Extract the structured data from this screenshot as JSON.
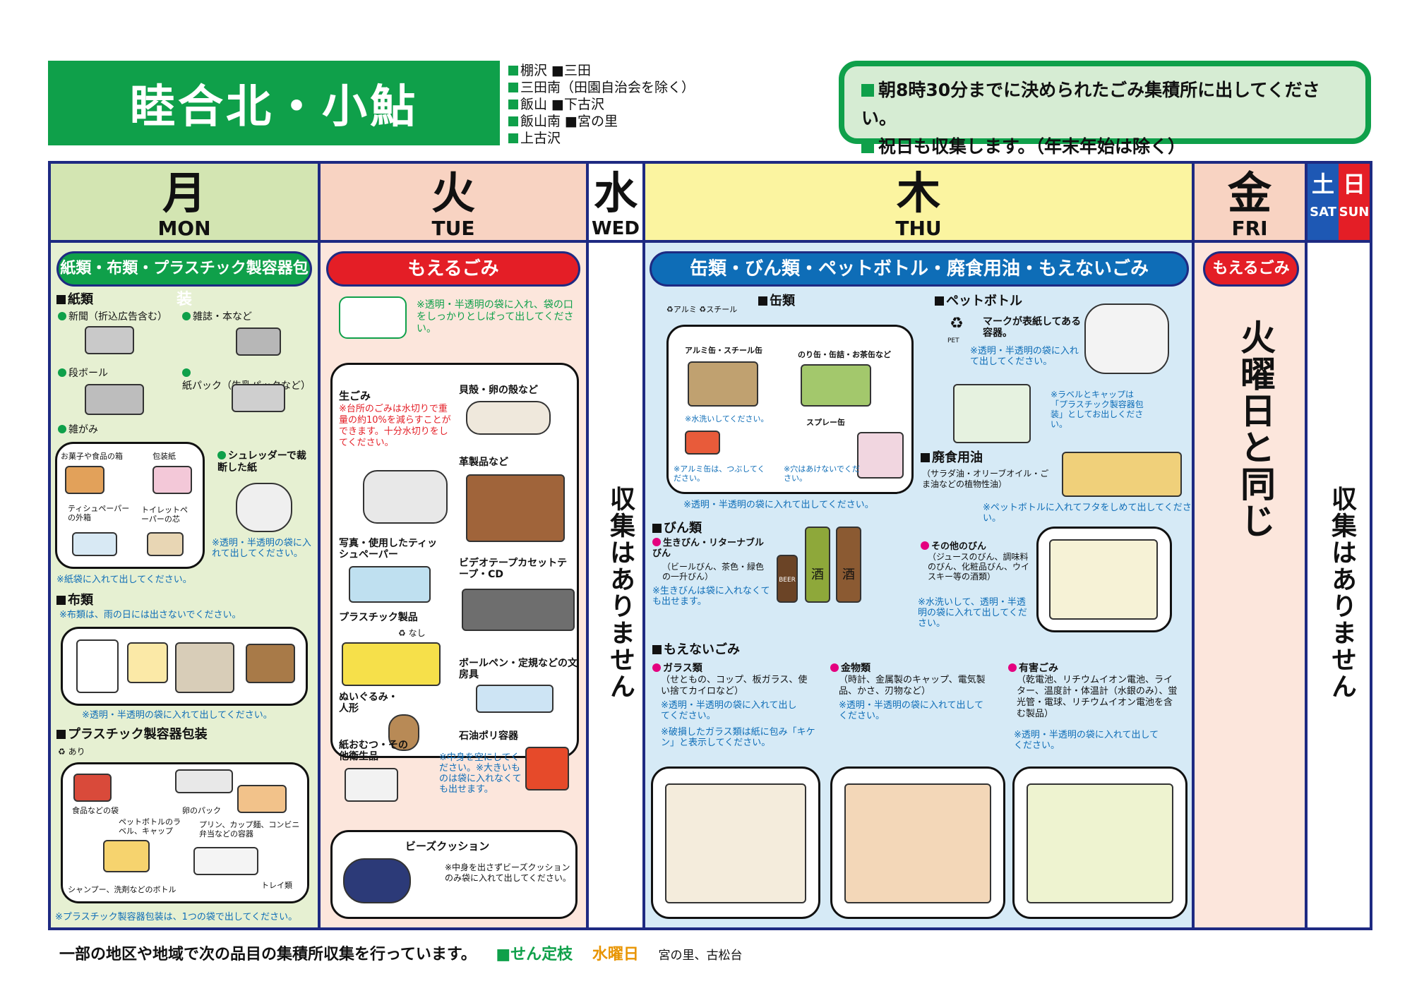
{
  "header": {
    "title": "睦合北・小鮎",
    "areas": [
      "棚沢 ■三田",
      "三田南（田園自治会を除く）",
      "飯山 ■下古沢",
      "飯山南 ■宮の里",
      "上古沢"
    ],
    "notices": [
      "朝8時30分までに決められたごみ集積所に出してください。",
      "祝日も収集します。（年末年始は除く）"
    ]
  },
  "days": {
    "mon": {
      "kanji": "月",
      "eng": "MON"
    },
    "tue": {
      "kanji": "火",
      "eng": "TUE"
    },
    "wed": {
      "kanji": "水",
      "eng": "WED"
    },
    "thu": {
      "kanji": "木",
      "eng": "THU"
    },
    "fri": {
      "kanji": "金",
      "eng": "FRI"
    },
    "sat": {
      "kanji": "土",
      "eng": "SAT"
    },
    "sun": {
      "kanji": "日",
      "eng": "SUN"
    }
  },
  "monday": {
    "category": "紙類・布類・プラスチック製容器包装",
    "paper_title": "紙類",
    "paper_items": [
      "新聞（折込広告含む）",
      "雑誌・本など",
      "段ボール",
      "紙パック（牛乳パックなど）",
      "雑がみ"
    ],
    "misc_paper": [
      "お菓子や食品の箱",
      "包装紙",
      "ティシュペーパーの外箱",
      "トイレットペーパーの芯"
    ],
    "shredder": "シュレッダーで裁断した紙",
    "shredder_note": "※透明・半透明の袋に入れて出してください。",
    "paper_note": "※紙袋に入れて出してください。",
    "cloth_title": "布類",
    "cloth_note": "※布類は、雨の日には出さないでください。",
    "cloth_bag_note": "※透明・半透明の袋に入れて出してください。",
    "plastic_title": "プラスチック製容器包装",
    "plastic_mark": "あり",
    "plastic_items": [
      "食品などの袋",
      "ペットボトルのラベル、キャップ",
      "卵のパック",
      "プリン、カップ麺、コンビニ弁当などの容器",
      "シャンプー、洗剤などのボトル",
      "トレイ類"
    ],
    "plastic_note": "※プラスチック製容器包装は、1つの袋で出してください。"
  },
  "tuesday": {
    "category": "もえるごみ",
    "bag_note": "※透明・半透明の袋に入れ、袋の口をしっかりとしばって出してください。",
    "garbage_title": "生ごみ",
    "garbage_note": "※台所のごみは水切りで重量の約10%を減らすことができます。十分水切りをしてください。",
    "items": [
      "貝殻・卵の殻など",
      "革製品など",
      "写真・使用したティッシュペーパー",
      "ビデオテープカセットテープ・CD",
      "プラスチック製品",
      "ボールペン・定規などの文房具",
      "ぬいぐるみ・人形",
      "石油ポリ容器",
      "紙おむつ・その他衛生品"
    ],
    "plastic_mark": "なし",
    "tank_note": "※中身を空にしてください。※大きいものは袋に入れなくても出せます。",
    "beads_title": "ビーズクッション",
    "beads_note": "※中身を出さずビーズクッションのみ袋に入れて出してください。"
  },
  "wednesday": {
    "none": "収集はありません"
  },
  "thursday": {
    "category": "缶類・びん類・ペットボトル・廃食用油・もえないごみ",
    "can_title": "缶類",
    "can_marks": [
      "アルミ",
      "スチール"
    ],
    "can_items": [
      "アルミ缶・スチール缶",
      "のり缶・缶詰・お茶缶など",
      "スプレー缶"
    ],
    "can_notes": [
      "※水洗いしてください。",
      "※アルミ缶は、つぶしてください。",
      "※穴はあけないでください。"
    ],
    "can_bag_note": "※透明・半透明の袋に入れて出してください。",
    "pet_title": "ペットボトル",
    "pet_mark": "PET",
    "pet_desc": "マークが表紙してある容器。",
    "pet_note": "※透明・半透明の袋に入れて出してください。",
    "pet_label_note": "※ラベルとキャップは「プラスチック製容器包装」としてお出しください。",
    "oil_title": "廃食用油",
    "oil_desc": "（サラダ油・オリーブオイル・ごま油などの植物性油）",
    "oil_note": "※ペットボトルに入れてフタをしめて出してください。",
    "bottle_title": "びん類",
    "bottle_returnable": "生きびん・リターナブルびん",
    "bottle_returnable_desc": "（ビールびん、茶色・緑色の一升びん）",
    "bottle_returnable_note": "※生きびんは袋に入れなくても出せます。",
    "bottle_labels": [
      "BEER",
      "酒",
      "酒"
    ],
    "bottle_other": "その他のびん",
    "bottle_other_desc": "（ジュースのびん、調味料のびん、化粧品びん、ウイスキー等の酒類）",
    "bottle_other_note": "※水洗いして、透明・半透明の袋に入れて出してください。",
    "nonburn_title": "もえないごみ",
    "glass_title": "ガラス類",
    "glass_desc": "（せともの、コップ、板ガラス、使い捨てカイロなど）",
    "glass_note": "※透明・半透明の袋に入れて出してください。",
    "glass_warn": "※破損したガラス類は紙に包み「キケン」と表示してください。",
    "metal_title": "金物類",
    "metal_desc": "（時計、金属製のキャップ、電気製品、かさ、刃物など）",
    "metal_note": "※透明・半透明の袋に入れて出してください。",
    "haz_title": "有害ごみ",
    "haz_desc": "（乾電池、リチウムイオン電池、ライター、温度計・体温計（水銀のみ）、蛍光管・電球、リチウムイオン電池を含む製品）",
    "haz_note": "※透明・半透明の袋に入れて出してください。"
  },
  "friday": {
    "category": "もえるごみ",
    "same": "火曜日と同じ"
  },
  "weekend": {
    "none": "収集はありません"
  },
  "footer": {
    "text": "一部の地区や地域で次の品目の集積所収集を行っています。",
    "item": "■せん定枝",
    "day": "水曜日",
    "places": "宮の里、古松台"
  },
  "colors": {
    "green": "#0fa04a",
    "navy": "#1e2a82",
    "red": "#e41e26",
    "blue": "#0e6db7"
  }
}
